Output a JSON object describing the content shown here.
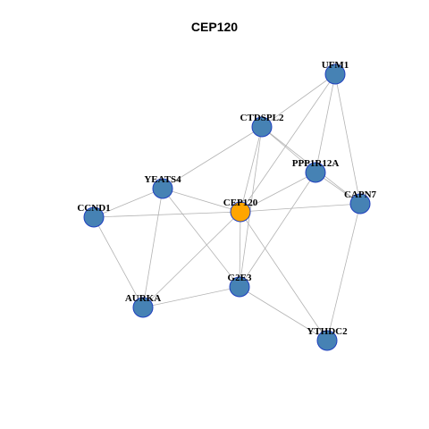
{
  "title": "CEP120",
  "colors": {
    "node_fill": "#4682b4",
    "node_stroke": "#1f3fbf",
    "focus_fill": "#ffa500",
    "edge": "#b3b3b3"
  },
  "nodes": [
    {
      "id": "CEP120",
      "label": "CEP120",
      "focus": true
    },
    {
      "id": "UFM1",
      "label": "UFM1"
    },
    {
      "id": "CTDSPL2",
      "label": "CTDSPL2"
    },
    {
      "id": "PPP1R12A",
      "label": "PPP1R12A"
    },
    {
      "id": "CAPN7",
      "label": "CAPN7"
    },
    {
      "id": "YEATS4",
      "label": "YEATS4"
    },
    {
      "id": "CCND1",
      "label": "CCND1"
    },
    {
      "id": "G2E3",
      "label": "G2E3"
    },
    {
      "id": "AURKA",
      "label": "AURKA"
    },
    {
      "id": "YTHDC2",
      "label": "YTHDC2"
    }
  ],
  "edges": [
    [
      "UFM1",
      "CTDSPL2"
    ],
    [
      "UFM1",
      "PPP1R12A"
    ],
    [
      "UFM1",
      "CAPN7"
    ],
    [
      "UFM1",
      "CEP120"
    ],
    [
      "CTDSPL2",
      "PPP1R12A"
    ],
    [
      "CTDSPL2",
      "CAPN7"
    ],
    [
      "CTDSPL2",
      "YEATS4"
    ],
    [
      "CTDSPL2",
      "CEP120"
    ],
    [
      "CTDSPL2",
      "G2E3"
    ],
    [
      "PPP1R12A",
      "CAPN7"
    ],
    [
      "PPP1R12A",
      "CEP120"
    ],
    [
      "PPP1R12A",
      "G2E3"
    ],
    [
      "CAPN7",
      "CEP120"
    ],
    [
      "CAPN7",
      "YTHDC2"
    ],
    [
      "YEATS4",
      "CCND1"
    ],
    [
      "YEATS4",
      "CEP120"
    ],
    [
      "YEATS4",
      "AURKA"
    ],
    [
      "YEATS4",
      "G2E3"
    ],
    [
      "CCND1",
      "CEP120"
    ],
    [
      "CCND1",
      "AURKA"
    ],
    [
      "CEP120",
      "G2E3"
    ],
    [
      "CEP120",
      "AURKA"
    ],
    [
      "CEP120",
      "YTHDC2"
    ],
    [
      "G2E3",
      "AURKA"
    ],
    [
      "G2E3",
      "YTHDC2"
    ]
  ]
}
